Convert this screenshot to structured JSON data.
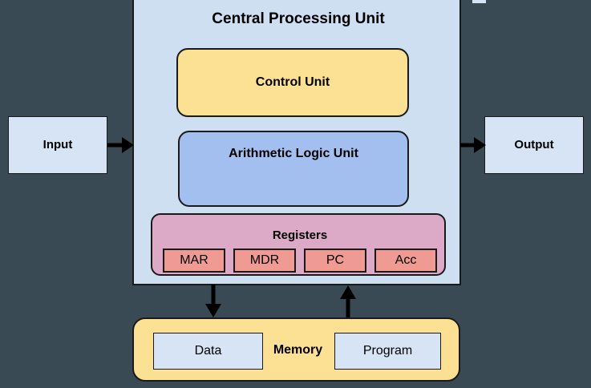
{
  "diagram": {
    "title": "Central Processing Unit",
    "background_color": "#3a4a54"
  },
  "cpu": {
    "label": "Central Processing Unit",
    "fill": "#cfdff2",
    "border": "#1a1a1a",
    "components": {
      "control_unit": {
        "label": "Control Unit",
        "fill": "#fce093"
      },
      "alu": {
        "label": "Arithmetic Logic Unit",
        "fill": "#a3bff0"
      },
      "registers": {
        "label": "Registers",
        "fill": "#dcaac6",
        "chip_fill": "#f09a94",
        "items": [
          {
            "label": "MAR"
          },
          {
            "label": "MDR"
          },
          {
            "label": "PC"
          },
          {
            "label": "Acc"
          }
        ]
      }
    }
  },
  "io": {
    "input": {
      "label": "Input",
      "fill": "#d6e4f5"
    },
    "output": {
      "label": "Output",
      "fill": "#d6e4f5"
    }
  },
  "memory": {
    "label": "Memory",
    "fill": "#fce093",
    "data": {
      "label": "Data",
      "fill": "#d6e4f5"
    },
    "program": {
      "label": "Program",
      "fill": "#d6e4f5"
    }
  },
  "arrows": {
    "color": "#000000",
    "input_to_cpu": {
      "direction": "right"
    },
    "cpu_to_output": {
      "direction": "right"
    },
    "cpu_to_memory": {
      "direction": "down"
    },
    "memory_to_cpu": {
      "direction": "up"
    }
  }
}
